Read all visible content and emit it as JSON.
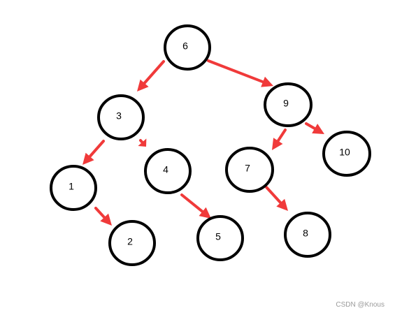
{
  "diagram": {
    "nodes": [
      {
        "id": "6",
        "label": "6"
      },
      {
        "id": "3",
        "label": "3"
      },
      {
        "id": "9",
        "label": "9"
      },
      {
        "id": "1",
        "label": "1"
      },
      {
        "id": "4",
        "label": "4"
      },
      {
        "id": "7",
        "label": "7"
      },
      {
        "id": "10",
        "label": "10"
      },
      {
        "id": "2",
        "label": "2"
      },
      {
        "id": "5",
        "label": "5"
      },
      {
        "id": "8",
        "label": "8"
      }
    ],
    "edges": [
      {
        "from": "6",
        "to": "3"
      },
      {
        "from": "6",
        "to": "9"
      },
      {
        "from": "3",
        "to": "1"
      },
      {
        "from": "3",
        "to": "4"
      },
      {
        "from": "9",
        "to": "7"
      },
      {
        "from": "9",
        "to": "10"
      },
      {
        "from": "1",
        "to": "2"
      },
      {
        "from": "4",
        "to": "5"
      },
      {
        "from": "7",
        "to": "8"
      }
    ],
    "colors": {
      "node_stroke": "#000000",
      "node_fill": "#ffffff",
      "edge": "#f03a3a"
    }
  },
  "watermark": {
    "text": "CSDN @Knous"
  }
}
